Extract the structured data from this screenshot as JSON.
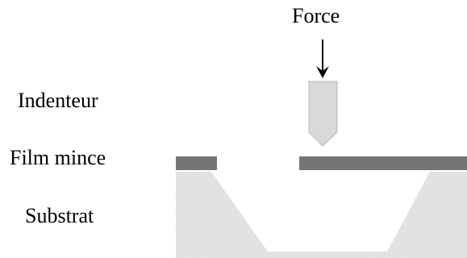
{
  "labels": {
    "force": "Force",
    "indenter": "Indenteur",
    "thin_film": "Film mince",
    "substrate": "Substrat"
  },
  "colors": {
    "background": "#ffffff",
    "substrate": "#e3e3e3",
    "substrate_texture": "#cfcfcf",
    "film": "#757575",
    "indenter_fill": "#d8d8d8",
    "indenter_edge": "#b6b6b6",
    "arrow": "#000000",
    "text": "#000000"
  }
}
